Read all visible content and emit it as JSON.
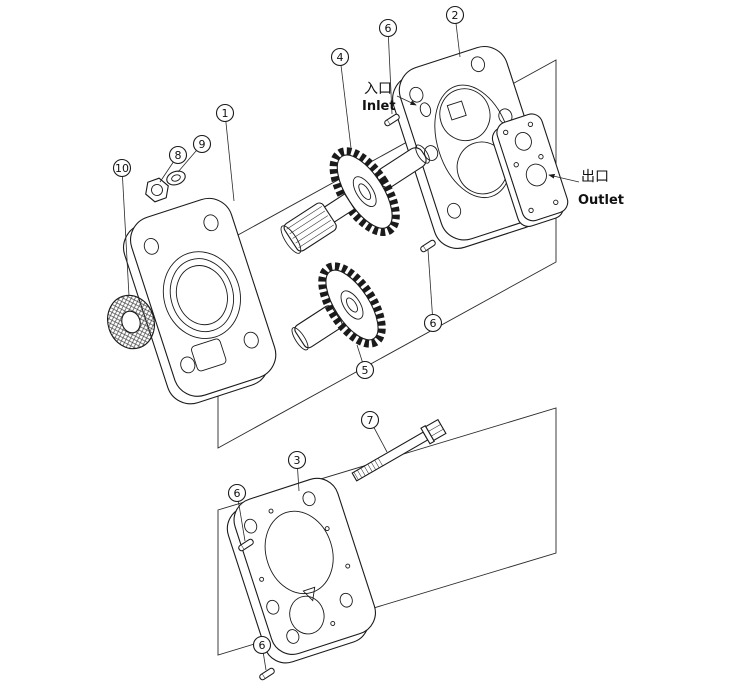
{
  "figure": {
    "type": "exploded-parts-diagram",
    "background": "#ffffff",
    "line_color": "#1b1b1b",
    "callouts": {
      "c1": "1",
      "c2": "2",
      "c3": "3",
      "c4": "4",
      "c5": "5",
      "c6": "6",
      "c7": "7",
      "c8": "8",
      "c9": "9",
      "c10": "10"
    },
    "labels": {
      "inlet_cn": "入口",
      "inlet_en": "Inlet",
      "outlet_cn": "出口",
      "outlet_en": "Outlet"
    }
  }
}
